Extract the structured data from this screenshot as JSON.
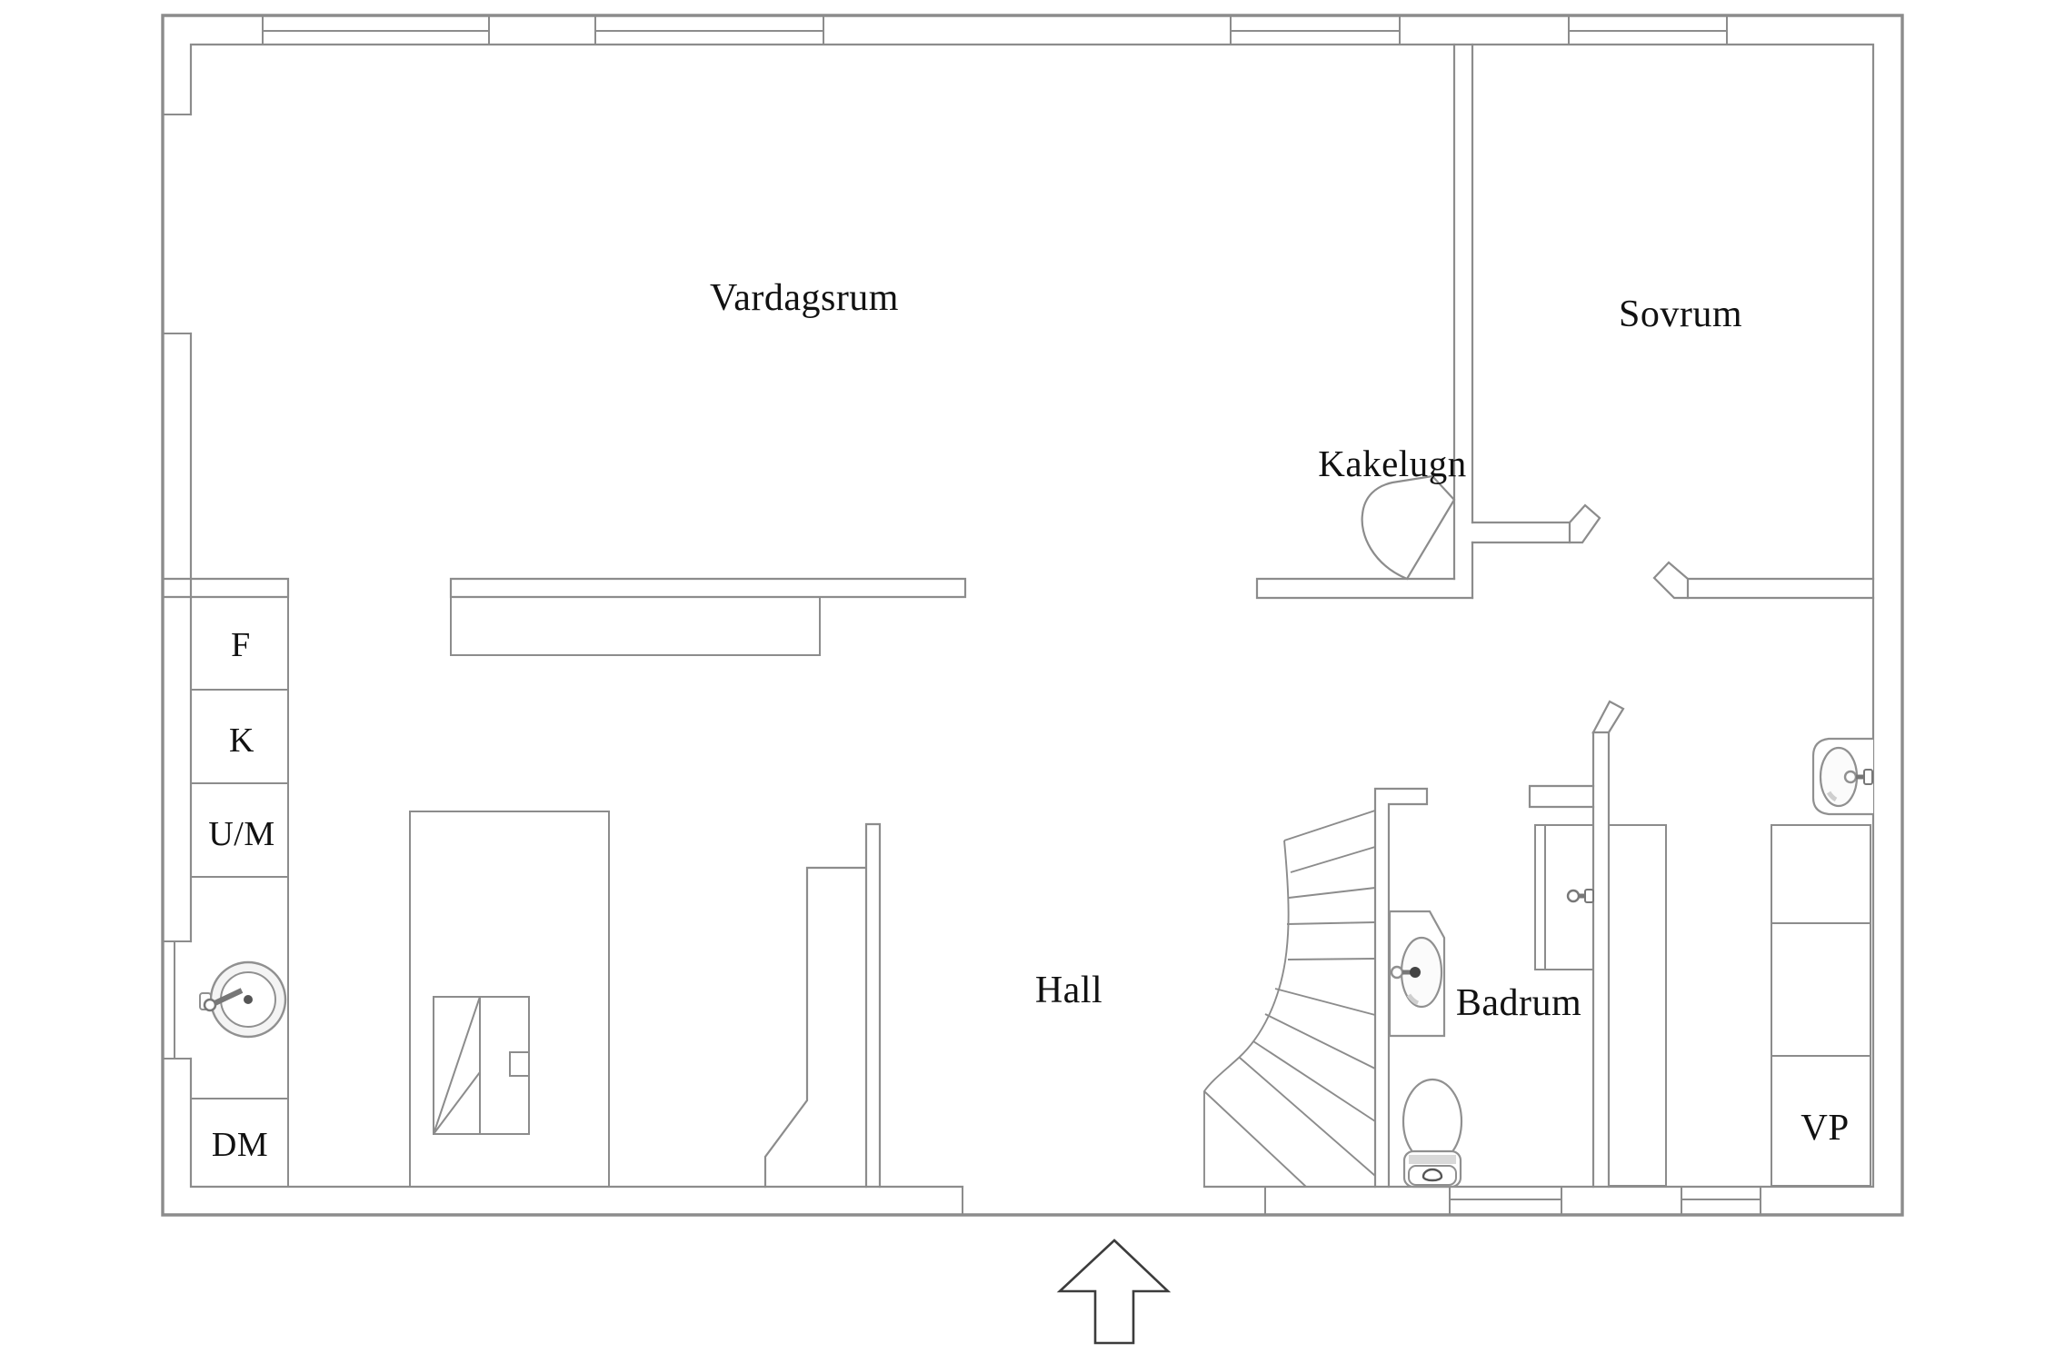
{
  "plan": {
    "type": "apartment-floor-plan",
    "language": "Swedish",
    "colors": {
      "background": "#ffffff",
      "wall_line": "#8c8c8c",
      "fixture_line": "#909090",
      "fixture_shade": "#d9d9d9",
      "arrow_line": "#3c3c3c",
      "text": "#111111"
    },
    "rooms": [
      {
        "id": "vardagsrum",
        "label": "Vardagsrum"
      },
      {
        "id": "sovrum",
        "label": "Sovrum"
      },
      {
        "id": "hall",
        "label": "Hall"
      },
      {
        "id": "badrum",
        "label": "Badrum"
      }
    ],
    "features": [
      {
        "id": "kakelugn",
        "label": "Kakelugn"
      },
      {
        "id": "vp",
        "label": "VP"
      }
    ],
    "appliances": [
      {
        "id": "f",
        "label": "F"
      },
      {
        "id": "k",
        "label": "K"
      },
      {
        "id": "um",
        "label": "U/M"
      },
      {
        "id": "dm",
        "label": "DM"
      }
    ],
    "icons": [
      {
        "name": "entrance-arrow-icon",
        "meaning": "entrance direction, points up into Hall"
      },
      {
        "name": "winder-stairs",
        "meaning": "curved staircase beside Hall"
      },
      {
        "name": "toilet-icon",
        "meaning": "WC in Badrum"
      },
      {
        "name": "washbasin-icon",
        "meaning": "basin with tap in Badrum"
      },
      {
        "name": "utility-sink-icon",
        "meaning": "basin with tap in VP utility area"
      },
      {
        "name": "kitchen-sink-icon",
        "meaning": "round sink with tap on kitchen counter"
      },
      {
        "name": "shower-icon",
        "meaning": "shower cabin with mixer in Badrum"
      },
      {
        "name": "tiled-stove-icon",
        "meaning": "kakelugn corner stove"
      },
      {
        "name": "chimney-icon",
        "meaning": "fireplace / chimney mass with flue marks"
      }
    ]
  }
}
